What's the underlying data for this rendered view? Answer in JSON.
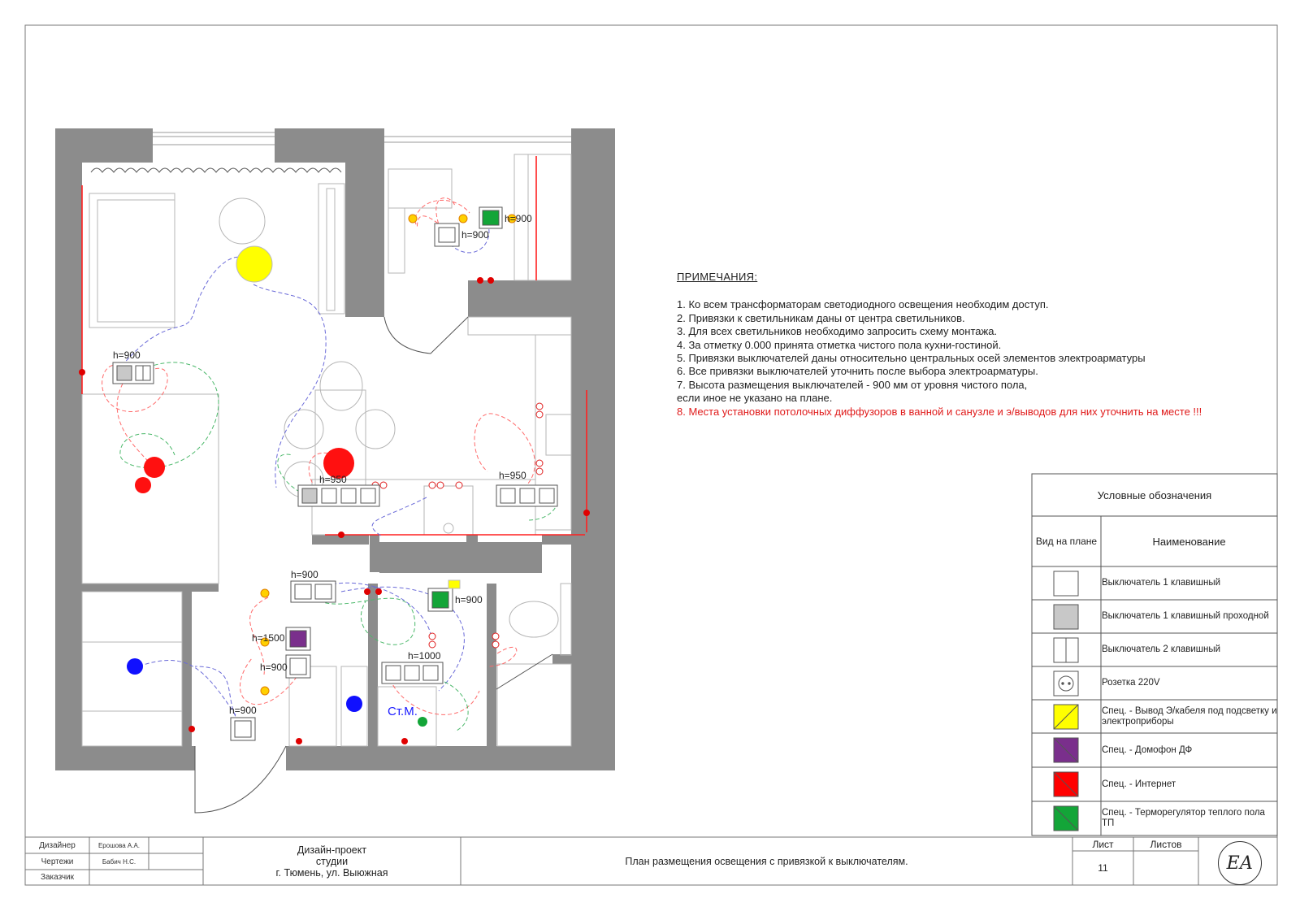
{
  "plan": {
    "heights": {
      "living_switch": "h=900",
      "kitchen_left": "h=950",
      "kitchen_right": "h=950",
      "wardrobe_switch_1": "h=900",
      "wardrobe_switch_2": "h=900",
      "hall_switch": "h=900",
      "bath_thermo": "h=900",
      "intercom": "h=1500",
      "hall_switch_2": "h=900",
      "entry_switch": "h=900",
      "bath_sockets": "h=1000"
    },
    "washer_label": "Ст.М."
  },
  "notes": {
    "title": "ПРИМЕЧАНИЯ:",
    "items": [
      "1.  Ко  всем трансформаторам светодиодного освещения необходим доступ.",
      "2.  Привязки к светильникам даны от центра светильников.",
      "3.  Для всех светильников необходимо запросить схему монтажа.",
      "4.  За отметку 0.000 принята отметка чистого пола кухни-гостиной.",
      "5.  Привязки выключателей  даны относительно центральных осей элементов электроарматуры",
      "6.  Все привязки выключателей  уточнить после выбора электроарматуры.",
      "7.  Высота размещения выключателей  -  900 мм от уровня чистого пола,",
      "      если иное не указано на плане."
    ],
    "warning": "8. Места установки потолочных диффузоров в ванной и санузле и э/выводов для них  уточнить на месте !!!"
  },
  "legend": {
    "title": "Условные обозначения",
    "col_view": "Вид на плане",
    "col_name": "Наименование",
    "rows": [
      {
        "label": "Выключатель 1 клавишный",
        "symbol": "switch-1-icon",
        "color": "#ffffff"
      },
      {
        "label": "Выключатель 1 клавишный проходной",
        "symbol": "switch-1-pass-icon",
        "color": "#c8c8c8"
      },
      {
        "label": "Выключатель 2 клавишный",
        "symbol": "switch-2-icon",
        "color": "#ffffff"
      },
      {
        "label": "Розетка 220V",
        "symbol": "socket-icon",
        "color": "#ffffff"
      },
      {
        "label": "Спец. - Вывод Э/кабеля под подсветку и электроприборы",
        "symbol": "cable-output-icon",
        "color": "#ffff00"
      },
      {
        "label": "Спец. - Домофон ДФ",
        "symbol": "intercom-icon",
        "color": "#7a2f8c"
      },
      {
        "label": "Спец. - Интернет",
        "symbol": "internet-icon",
        "color": "#ff0000"
      },
      {
        "label": "Спец. - Терморегулятор теплого пола ТП",
        "symbol": "thermostat-icon",
        "color": "#13a538"
      }
    ]
  },
  "titleblock": {
    "roles": [
      "Дизайнер",
      "Чертежи",
      "Заказчик"
    ],
    "names": [
      "Ерошова А.А.",
      "Бабич Н.С.",
      ""
    ],
    "project_line1": "Дизайн-проект",
    "project_line2": "студии",
    "project_line3": "г. Тюмень, ул. Выюжная",
    "sheet_title": "План размещения освещения с привязкой к выключателям.",
    "sheet_label": "Лист",
    "sheets_label": "Листов",
    "sheet_number": "11",
    "logo": "ЕА"
  }
}
